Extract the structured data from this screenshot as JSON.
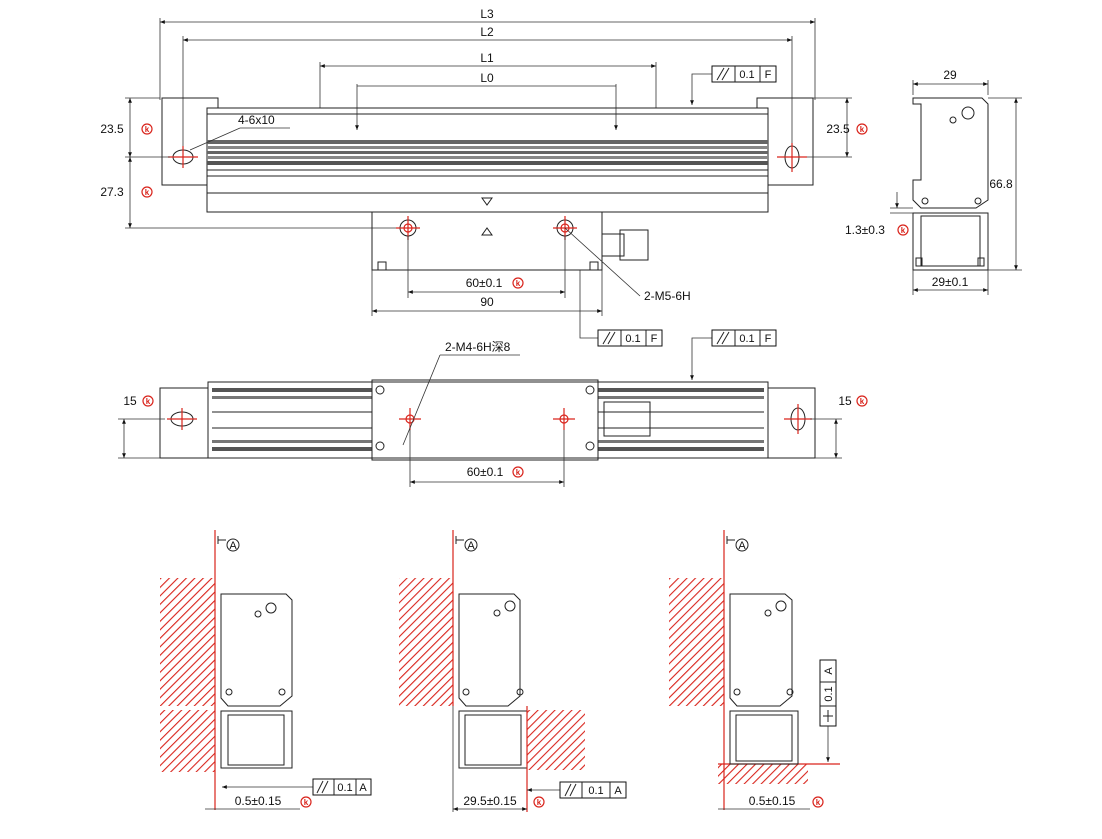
{
  "colors": {
    "line": "#222222",
    "accent": "#d9241c",
    "hatch": "#d9241c"
  },
  "icons": {
    "circled_letter": "circled-k-mark",
    "datum": "circled-a-datum",
    "parallel": "parallelism-symbol",
    "perpendicular": "perpendicularity-symbol"
  },
  "front_view": {
    "dim_l3": "L3",
    "dim_l2": "L2",
    "dim_l1": "L1",
    "dim_l0": "L0",
    "dim_left_top": "23.5",
    "dim_left_bottom": "27.3",
    "dim_right_top": "23.5",
    "hole_callout": "4-6x10",
    "tol_parallel_top": {
      "value": "0.1",
      "datum": "F"
    },
    "tol_parallel_mid": {
      "value": "0.1",
      "datum": "F"
    },
    "screw_callout": "2-M5-6H",
    "dim_center": "60±0.1",
    "dim_width": "90",
    "k_mark": "k"
  },
  "side_view": {
    "dim_top": "29",
    "dim_height": "66.8",
    "dim_gap": "1.3±0.3",
    "dim_bottom": "29±0.1"
  },
  "top_view": {
    "screw_callout": "2-M4-6H深8",
    "tol_parallel": {
      "value": "0.1",
      "datum": "F"
    },
    "dim_left": "15",
    "dim_right": "15",
    "dim_center": "60±0.1"
  },
  "mount_views": [
    {
      "datum": "A",
      "dim_bottom": "0.5±0.15",
      "tol": {
        "value": "0.1",
        "datum": "A"
      }
    },
    {
      "datum": "A",
      "dim_bottom": "29.5±0.15",
      "tol": {
        "value": "0.1",
        "datum": "A"
      }
    },
    {
      "datum": "A",
      "dim_bottom": "0.5±0.15",
      "tol": {
        "value": "0.1",
        "datum": "A"
      }
    }
  ]
}
